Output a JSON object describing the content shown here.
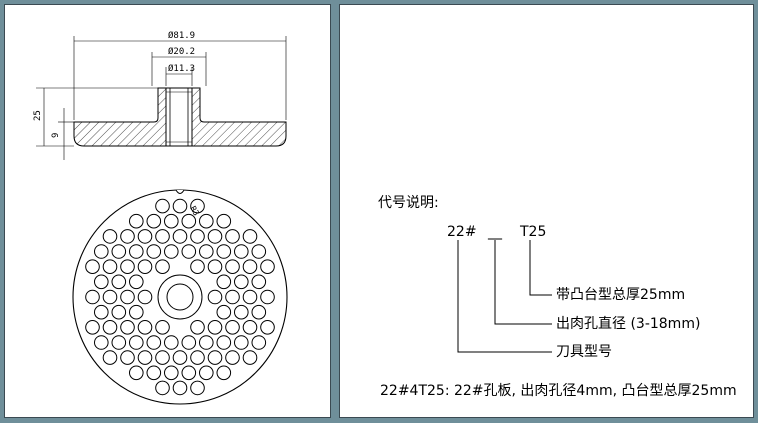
{
  "drawing": {
    "dim_outer": "Ø81.9",
    "dim_boss": "Ø20.2",
    "dim_hole": "Ø11.3",
    "dim_total_height": "25",
    "dim_plate_thickness": "9",
    "dim_notch": "R3"
  },
  "legend": {
    "title": "代号说明:",
    "code_model": "22#",
    "code_hole": "__",
    "code_boss": "T25",
    "desc_boss": "带凸台型总厚25mm",
    "desc_hole": "出肉孔直径 (3-18mm)",
    "desc_model": "刀具型号",
    "example": "22#4T25: 22#孔板, 出肉孔径4mm, 凸台型总厚25mm"
  }
}
